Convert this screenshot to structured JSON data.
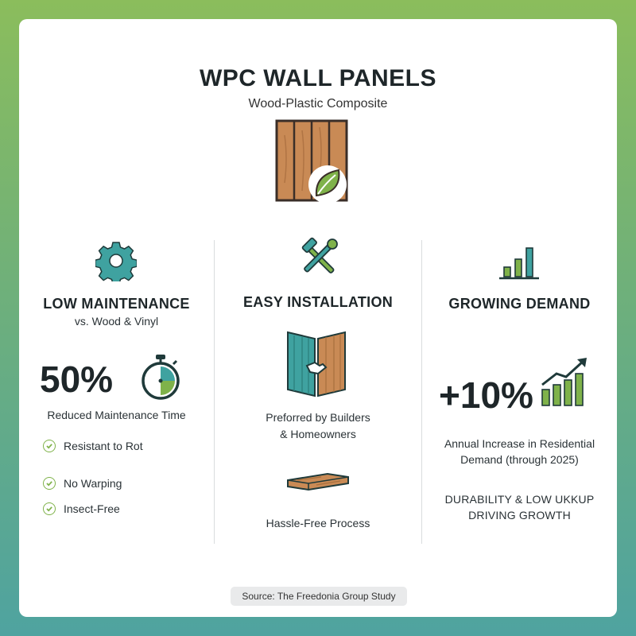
{
  "header": {
    "title": "WPC WALL PANELS",
    "subtitle": "Wood-Plastic Composite"
  },
  "colors": {
    "wood": "#c98a55",
    "teal": "#3fa2a0",
    "green": "#7fb24a",
    "text": "#1e2629"
  },
  "columns": {
    "maintenance": {
      "icon": "gear-icon",
      "heading": "LOW MAINTENANCE",
      "sub": "vs. Wood & Vinyl",
      "stat": "50%",
      "stat_icon": "stopwatch-icon",
      "stat_label": "Reduced Maintenance Time",
      "checks": [
        "Resistant to Rot",
        "No Warping",
        "Insect-Free"
      ]
    },
    "installation": {
      "icon": "hammer-wrench-icon",
      "heading": "EASY INSTALLATION",
      "panel_icon": "interlocking-panels-icon",
      "line1": "Preforred by Builders",
      "line2": "& Homeowners",
      "plank_icon": "wood-plank-icon",
      "process": "Hassle-Free Process"
    },
    "demand": {
      "icon": "bar-chart-icon",
      "heading": "GROWING DEMAND",
      "stat": "+10%",
      "stat_icon": "growth-chart-icon",
      "line1": "Annual Increase in Residential",
      "line2": "Demand (through 2025)",
      "caption1": "DURABILITY & LOW UKKUP",
      "caption2": "DRIVING GROWTH"
    }
  },
  "footer": {
    "source": "Source: The Freedonia Group Study"
  }
}
